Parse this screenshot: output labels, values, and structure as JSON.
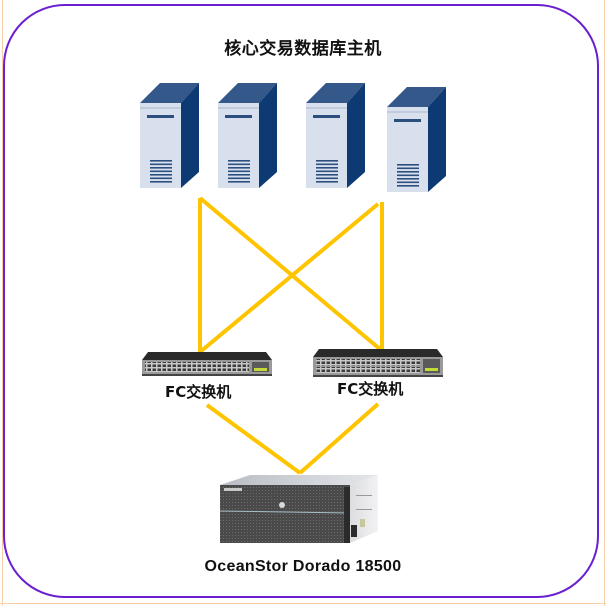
{
  "title": "核心交易数据库主机",
  "servers": [
    {
      "id": "server-1"
    },
    {
      "id": "server-2"
    },
    {
      "id": "server-3"
    },
    {
      "id": "server-4"
    }
  ],
  "switches": [
    {
      "label": "FC交换机"
    },
    {
      "label": "FC交换机"
    }
  ],
  "storage": {
    "label": "OceanStor Dorado 18500"
  },
  "colors": {
    "frame": "#6a1fd0",
    "link": "#ffc400",
    "server_dark": "#0e3a73",
    "server_top": "#34588a",
    "server_front": "#d7e0ec"
  }
}
